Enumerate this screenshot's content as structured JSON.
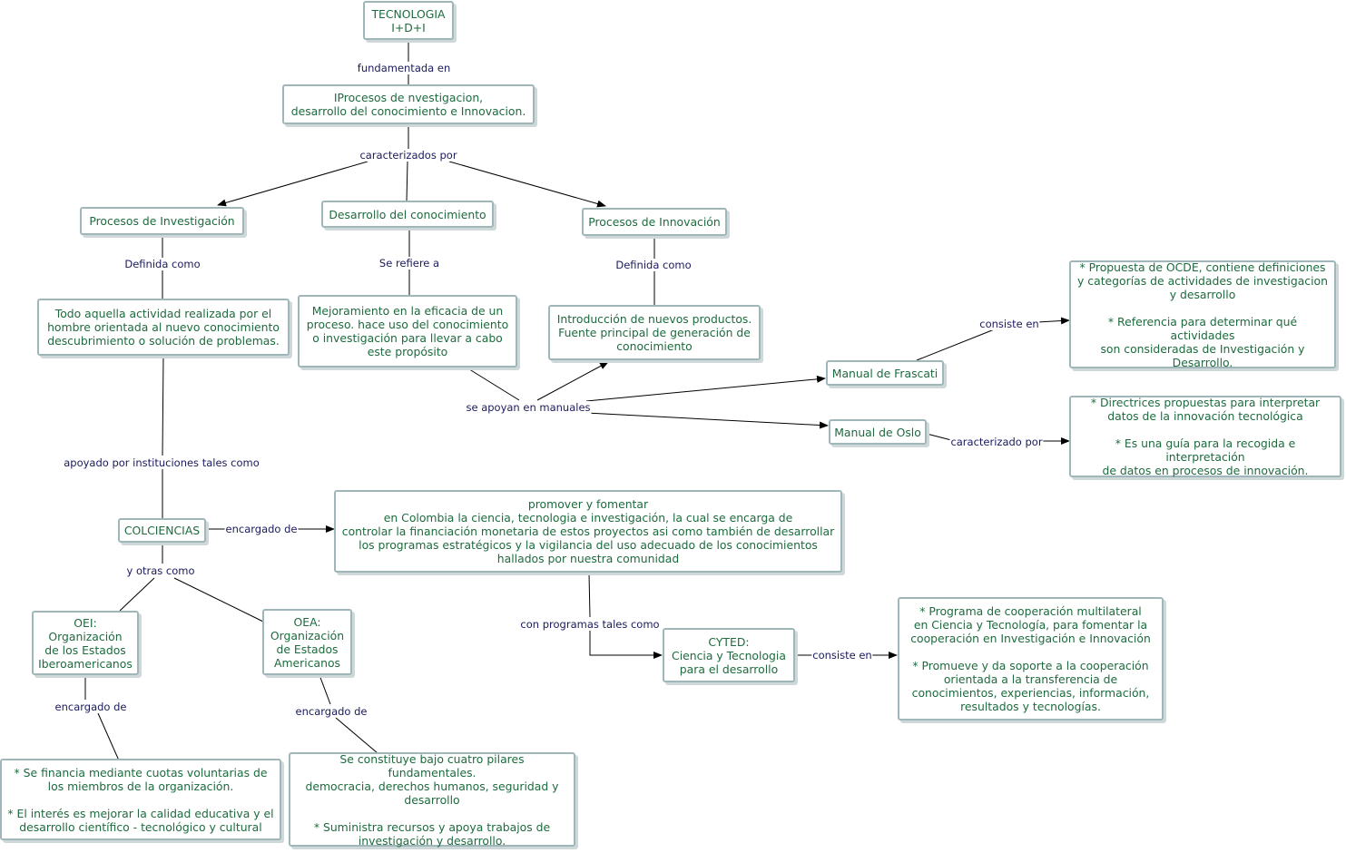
{
  "nodes": {
    "tecnologia": "TECNOLOGIA\nI+D+I",
    "procesos_main": "IProcesos de nvestigacion,\ndesarrollo del conocimiento e Innovacion.",
    "procesos_investigacion": "Procesos de Investigación",
    "desarrollo_conocimiento": "Desarrollo del conocimiento",
    "procesos_innovacion": "Procesos de Innovación",
    "def_investigacion": "Todo aquella actividad realizada por el\nhombre orientada al nuevo conocimiento\ndescubrimiento o solución de problemas.",
    "def_desarrollo": "Mejoramiento en la eficacia de un\nproceso. hace uso del conocimiento\no investigación para llevar a cabo\neste propósito",
    "def_innovacion": "Introducción de nuevos productos.\nFuente principal de generación de\nconocimiento",
    "manual_frascati": "Manual de Frascati",
    "manual_oslo": "Manual de Oslo",
    "frascati_desc": "* Propuesta de OCDE, contiene definiciones\ny categorías de actividades de investigacion\ny desarrollo\n\n* Referencia para determinar qué actividades\nson consideradas de Investigación y\nDesarrollo.",
    "oslo_desc": "* Directrices propuestas para interpretar\ndatos de la innovación tecnológica\n\n* Es una guía para la recogida e interpretación\nde datos en procesos de innovación.",
    "colciencias": "COLCIENCIAS",
    "colciencias_desc": "promover y fomentar\nen Colombia la ciencia, tecnologia e investigación, la cual se encarga de\ncontrolar  la financiación monetaria de estos proyectos asi como también de desarrollar\nlos programas  estratégicos y la vigilancia del uso adecuado de los conocimientos\nhallados por nuestra comunidad",
    "oei": "OEI:\nOrganización\nde los Estados\nIberoamericanos",
    "oea": "OEA:\nOrganización\nde Estados\nAmericanos",
    "cyted": "CYTED:\nCiencia y Tecnologia\npara el desarrollo",
    "cyted_desc": "* Programa  de cooperación multilateral\nen Ciencia y Tecnología, para fomentar la\ncooperación en Investigación e Innovación\n\n* Promueve y da soporte a la cooperación\norientada a la transferencia de\nconocimientos, experiencias, información,\nresultados y tecnologías.",
    "oei_desc": "* Se financia mediante cuotas voluntarias de\nlos miembros de la organización.\n\n* El interés es mejorar la calidad educativa y el\ndesarrollo científico - tecnológico y cultural",
    "oea_desc": "Se constituye bajo cuatro pilares fundamentales.\ndemocracia, derechos humanos, seguridad y\ndesarrollo\n\n* Suministra recursos y apoya trabajos de\ninvestigación y desarrollo."
  },
  "labels": {
    "fundamentada_en": "fundamentada en",
    "caracterizados_por": "caracterizados por",
    "definida_como_1": "Definida como",
    "se_refiere_a": "Se refiere a",
    "definida_como_2": "Definida como",
    "consiste_en_1": "consiste en",
    "se_apoyan": "se apoyan en manuales",
    "caracterizado_por": "caracterizado por",
    "apoyado_por": "apoyado por instituciones tales como",
    "encargado_de_1": "encargado de",
    "y_otras_como": "y otras como",
    "con_programas": "con programas tales como",
    "consiste_en_2": "consiste en",
    "encargado_de_2": "encargado de",
    "encargado_de_3": "encargado de"
  },
  "colors": {
    "node_border": "#9fb7b9",
    "node_text": "#1d6b3e",
    "label_text": "#1a1a5e",
    "line": "#000000"
  }
}
